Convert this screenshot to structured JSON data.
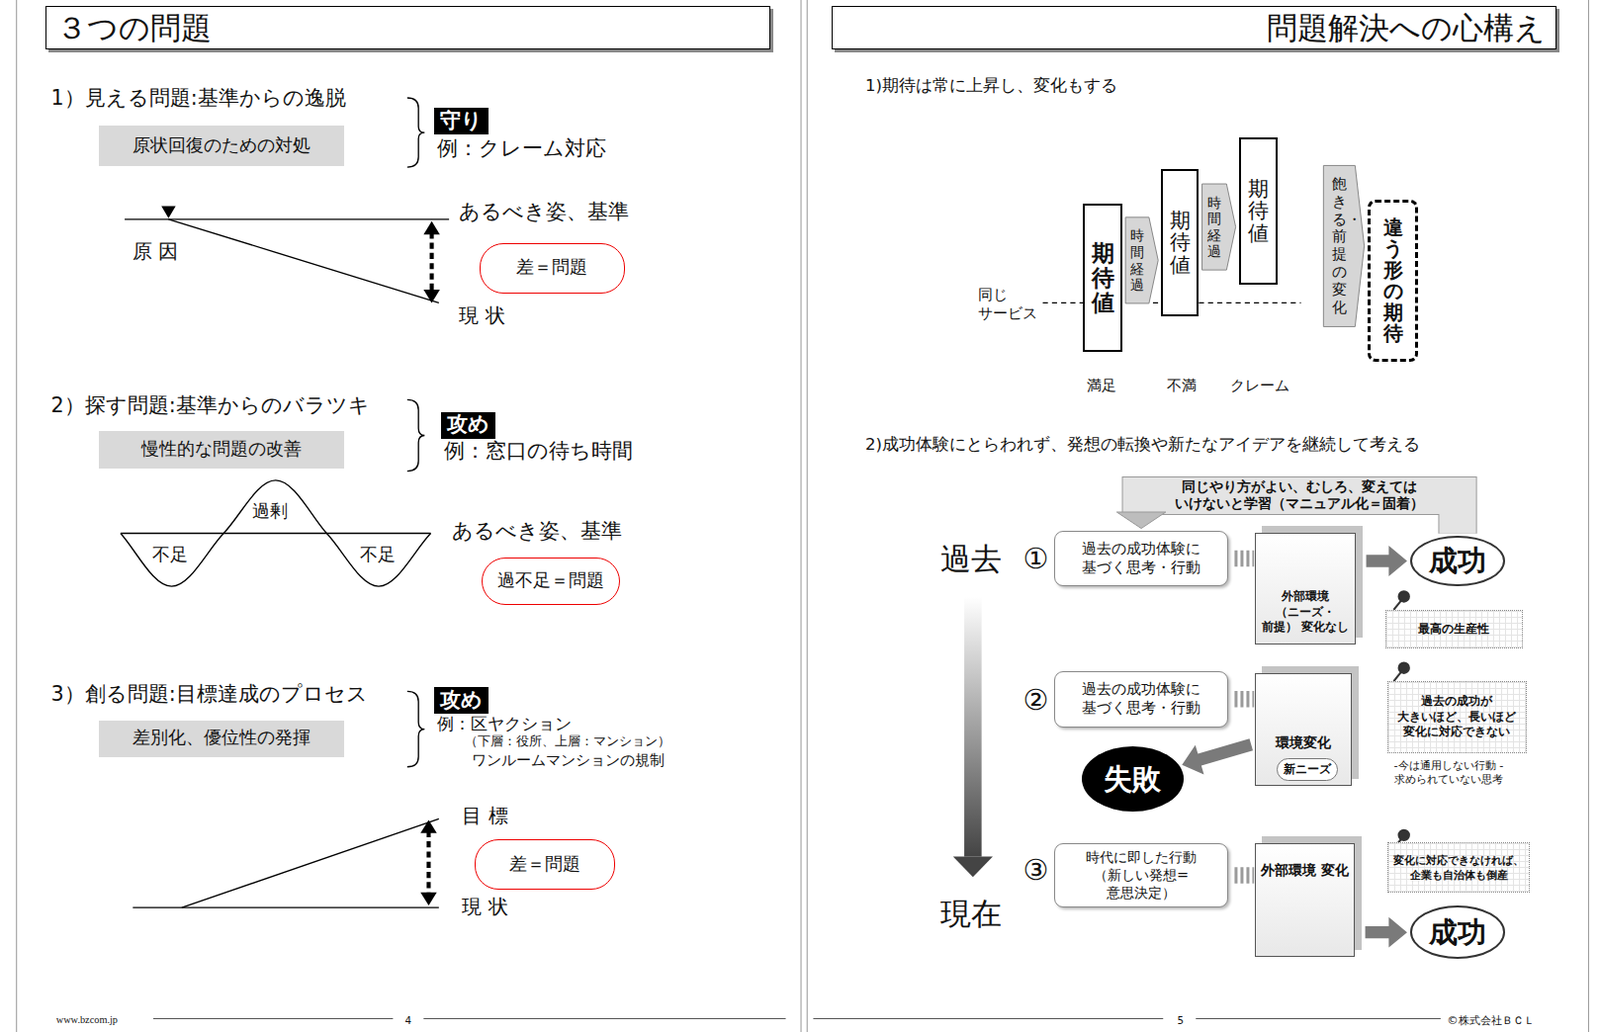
{
  "diagram": {
    "nodes": [
      {
        "text": [
          "３つの問題"
        ]
      },
      {
        "text": [
          "原状回復のための対処"
        ]
      },
      {
        "text": [
          "守り"
        ]
      },
      {
        "text": [
          "差＝問題"
        ]
      },
      {
        "text": [
          "慢性的な問題の改善"
        ]
      },
      {
        "text": [
          "攻め"
        ]
      },
      {
        "text": [
          "過不足＝問題"
        ]
      },
      {
        "text": [
          "差別化、優位性の発揮"
        ]
      },
      {
        "text": [
          "攻め"
        ]
      },
      {
        "text": [
          "差＝問題"
        ]
      },
      {
        "text": [
          "問題解決への心構え"
        ]
      },
      {
        "text": [
          "期待値"
        ]
      },
      {
        "text": [
          "期待値"
        ]
      },
      {
        "text": [
          "期待値"
        ]
      },
      {
        "text": [
          "違う形の期待"
        ]
      },
      {
        "text": [
          "過去の成功体験に 基づく思考・行動"
        ]
      },
      {
        "text": [
          "外部環境 （ニーズ・前提） 変化なし"
        ]
      },
      {
        "text": [
          "成功"
        ]
      },
      {
        "text": [
          "最高の生産性"
        ]
      },
      {
        "text": [
          "過去の成功体験に 基づく思考・行動"
        ]
      },
      {
        "text": [
          "環境変化"
        ]
      },
      {
        "text": [
          "新ニーズ"
        ],
        "in": 20
      },
      {
        "text": [
          "失敗"
        ]
      },
      {
        "text": [
          "過去の成功が 大きいほど、長いほど 変化に対応できない"
        ]
      },
      {
        "text": [
          "時代に即した行動 （新しい発想=意思決定）"
        ]
      },
      {
        "text": [
          "外部環境 変化"
        ]
      },
      {
        "text": [
          "成功"
        ]
      },
      {
        "text": [
          "変化に対応できなければ、 企業も自治体も倒産"
        ]
      }
    ],
    "edges": [
      {
        "from": 11,
        "to": 12,
        "label": "時間経過",
        "arrow": "to"
      },
      {
        "from": 12,
        "to": 13,
        "label": "時間経過",
        "arrow": "to"
      },
      {
        "from": 13,
        "to": 14,
        "label": "飽きる・前提の変化",
        "arrow": "to"
      },
      {
        "from": 15,
        "to": 16,
        "arrow": "none"
      },
      {
        "from": 16,
        "to": 17,
        "arrow": "to"
      },
      {
        "from": 17,
        "to": 15,
        "label": "同じやり方がよい、むしろ、変えては いけないと学習（マニュアル化＝固着）",
        "arrow": "to"
      },
      {
        "from": 19,
        "to": 20,
        "arrow": "none"
      },
      {
        "from": 20,
        "to": 22,
        "arrow": "to"
      },
      {
        "from": 24,
        "to": 25,
        "arrow": "none"
      },
      {
        "from": 25,
        "to": 26,
        "arrow": "to"
      }
    ],
    "labels": [
      "1）見える問題:基準からの逸脱",
      "例：クレーム対応",
      "あるべき姿、基準",
      "原 因",
      "現 状",
      "2）探す問題:基準からのバラツキ",
      "例：窓口の待ち時間",
      "過剰",
      "不足",
      "不足",
      "あるべき姿、基準",
      "3）創る問題:目標達成のプロセス",
      "例：区ヤクション",
      "（下層：役所、上層：マンション）",
      "ワンルームマンションの規制",
      "目 標",
      "現 状",
      "www.bzcom.jp",
      "4",
      "1)期待は常に上昇し、変化もする",
      "同じ サービス",
      "満足",
      "不満",
      "クレーム",
      "2)成功体験にとらわれず、発想の転換や新たなアイデアを継続して考える",
      "過去",
      "現在",
      "①",
      "②",
      "③",
      "-今は通用しない行動 -求められていない思考",
      "5",
      "©株式会社ＢＣＬ"
    ]
  }
}
